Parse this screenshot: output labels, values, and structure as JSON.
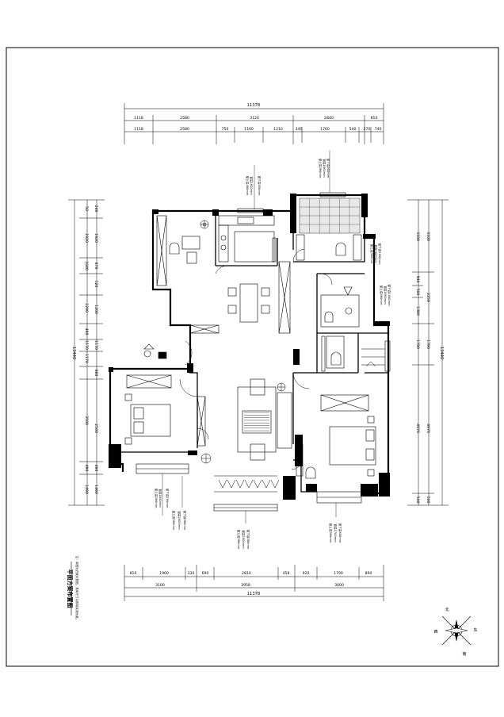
{
  "drawing": {
    "title": "平面方案布置图",
    "note": "注：本图为方案示意图，具体尺寸以现场实测为准。"
  },
  "dimensions": {
    "top_total": "11378",
    "top_row1": [
      "1118",
      "2580",
      "3120",
      "2840",
      "810"
    ],
    "top_row2": [
      "1118",
      "2580",
      "750",
      "1160",
      "1210",
      "340",
      "1760",
      "540",
      "270",
      "740"
    ],
    "bottom_row1": [
      "810",
      "1960",
      "330",
      "690",
      "2810",
      "458",
      "920",
      "1790",
      "890"
    ],
    "bottom_row2": [
      "3100",
      "3958",
      "3600"
    ],
    "bottom_total": "11378",
    "left_total": "13440",
    "left_outer": [
      "50",
      "1920",
      "1640",
      "1200",
      "480",
      "1170",
      "1170",
      "3500",
      "490",
      "1490"
    ],
    "left_inner": [
      "240",
      "1920",
      "870",
      "120",
      "1200",
      "1170",
      "880",
      "2500",
      "490",
      "1490"
    ],
    "right_total": "13440",
    "right_outer": [
      "3100",
      "2250",
      "1790",
      "4970",
      "560"
    ],
    "right_inner": [
      "3100",
      "940",
      "560",
      "1380",
      "1790",
      "4970",
      "560"
    ]
  },
  "windows": {
    "w1": [
      "窗上高380mm",
      "窗高1600mm",
      "窗下高950mm"
    ],
    "w2": [
      "窗上高380mm",
      "窗高1600mm",
      "窗下高950mm"
    ],
    "w3": [
      "窗上高360mm",
      "窗高1600mm",
      "窗下高1000mm"
    ],
    "w4": [
      "窗上高360mm",
      "窗高1600mm",
      "窗下高1000mm"
    ],
    "w5": [
      "窗上高380mm",
      "窗高2000mm",
      "窗下高380mm"
    ],
    "w6": [
      "窗上高360mm",
      "窗高1600mm",
      "窗下高700mm"
    ],
    "w7": [
      "窗上高380mm",
      "窗高2000mm",
      "窗下高380mm"
    ],
    "w8": [
      "窗上高360mm",
      "窗高1700mm",
      "窗下高650mm"
    ]
  },
  "compass": {
    "north": "北",
    "east": "东",
    "south": "南",
    "west": "西"
  }
}
